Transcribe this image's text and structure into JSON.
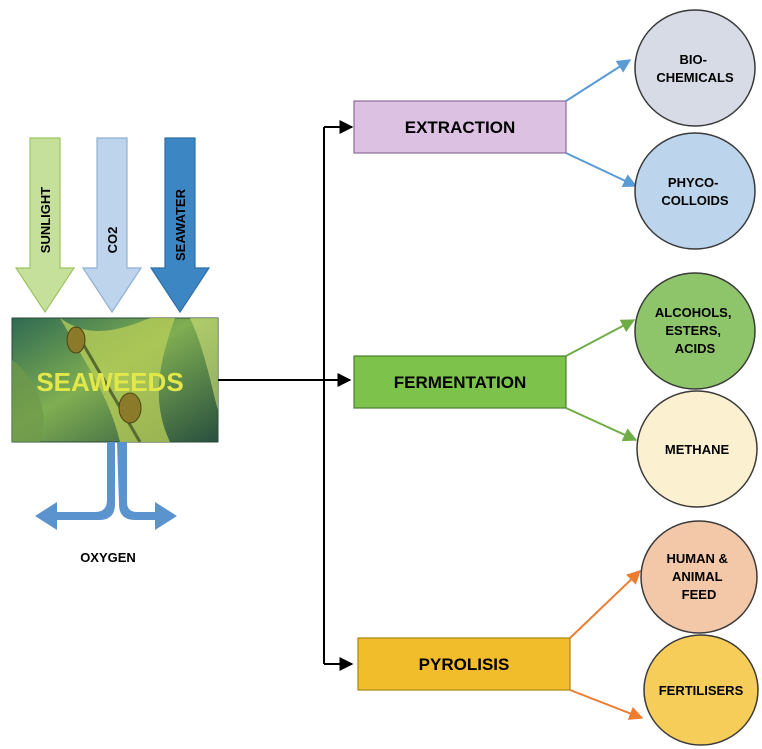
{
  "inputs": [
    {
      "label": "SUNLIGHT",
      "color": "#c5e09a",
      "stroke": "#9cc463"
    },
    {
      "label": "CO2",
      "color": "#bed4ec",
      "stroke": "#8fb0d6"
    },
    {
      "label": "SEAWATER",
      "color": "#3d86c4",
      "stroke": "#2e6fa8"
    }
  ],
  "center": {
    "label": "SEAWEEDS",
    "label_color": "#e3e84a"
  },
  "output": {
    "label": "OXYGEN",
    "color": "#5b93cf"
  },
  "processes": [
    {
      "label": "EXTRACTION",
      "fill": "#ddc1e2",
      "stroke": "#8a6a95",
      "arrow_color": "#5b9bd5",
      "products": [
        {
          "lines": [
            "BIO-",
            "CHEMICALS"
          ],
          "fill": "#d7dbe6"
        },
        {
          "lines": [
            "PHYCO-",
            "COLLOIDS"
          ],
          "fill": "#bcd4ec"
        }
      ]
    },
    {
      "label": "FERMENTATION",
      "fill": "#7cc24b",
      "stroke": "#4b7f2a",
      "arrow_color": "#70ad47",
      "products": [
        {
          "lines": [
            "ALCOHOLS,",
            "ESTERS,",
            "ACIDS"
          ],
          "fill": "#8ec46a"
        },
        {
          "lines": [
            "METHANE"
          ],
          "fill": "#fbf0cf"
        }
      ]
    },
    {
      "label": "PYROLISIS",
      "fill": "#f1bd2a",
      "stroke": "#a98512",
      "arrow_color": "#ed7d31",
      "products": [
        {
          "lines": [
            "HUMAN &",
            "ANIMAL",
            "FEED"
          ],
          "fill": "#f3c8a8"
        },
        {
          "lines": [
            "FERTILISERS"
          ],
          "fill": "#f6cd58"
        }
      ]
    }
  ]
}
